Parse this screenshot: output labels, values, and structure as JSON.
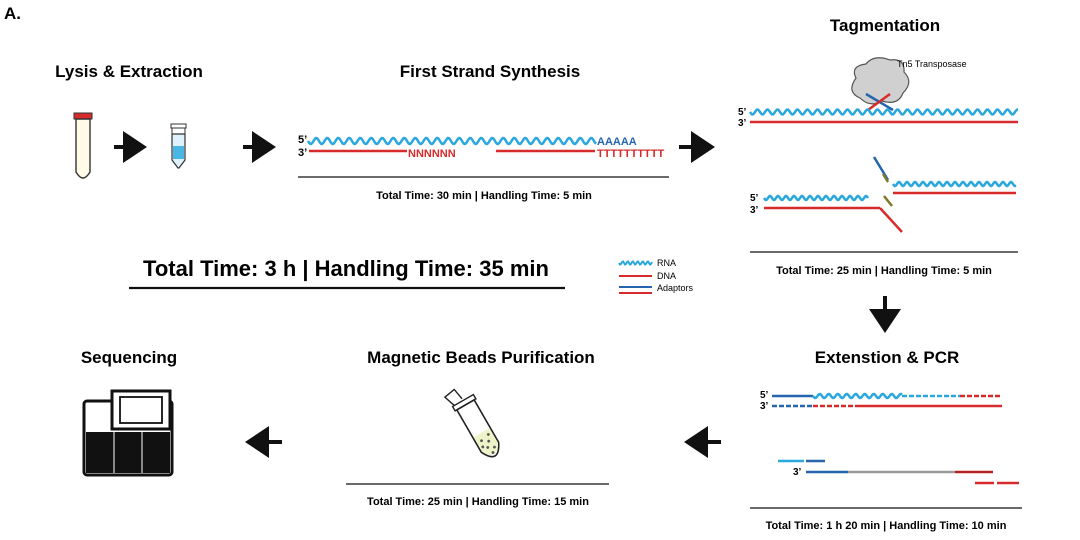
{
  "panel_label": "A.",
  "overall": "Total Time: 3 h | Handling Time: 35 min",
  "colors": {
    "rna": "#2aa7dc",
    "dna": "#d72a2a",
    "adaptor": "#2565ad",
    "adaptor_green": "#7d7a2e",
    "arrow": "#111111",
    "text": "#111111"
  },
  "steps": {
    "lysis": {
      "title": "Lysis & Extraction"
    },
    "first": {
      "title": "First Strand Synthesis",
      "time": "Total Time: 30 min | Handling Time: 5 min",
      "labels": {
        "five": "5’",
        "three": "3’",
        "polyA": "AAAAA",
        "random": "NNNNNN",
        "oligoT": "TTTTTTTTTT"
      }
    },
    "tag": {
      "title": "Tagmentation",
      "time": "Total Time: 25 min | Handling Time: 5 min",
      "enzyme": "Tn5 Transposase",
      "five": "5’",
      "three": "3’"
    },
    "ext": {
      "title": "Extenstion & PCR",
      "time": "Total Time: 1 h 20 min | Handling Time: 10 min",
      "five": "5’",
      "three": "3’"
    },
    "beads": {
      "title": "Magnetic Beads Purification",
      "time": "Total Time: 25 min | Handling Time: 15 min"
    },
    "seq": {
      "title": "Sequencing"
    }
  },
  "legend": [
    {
      "label": "RNA",
      "kind": "rna"
    },
    {
      "label": "DNA",
      "kind": "dna"
    },
    {
      "label": "Adaptors",
      "kind": "adaptor"
    }
  ]
}
